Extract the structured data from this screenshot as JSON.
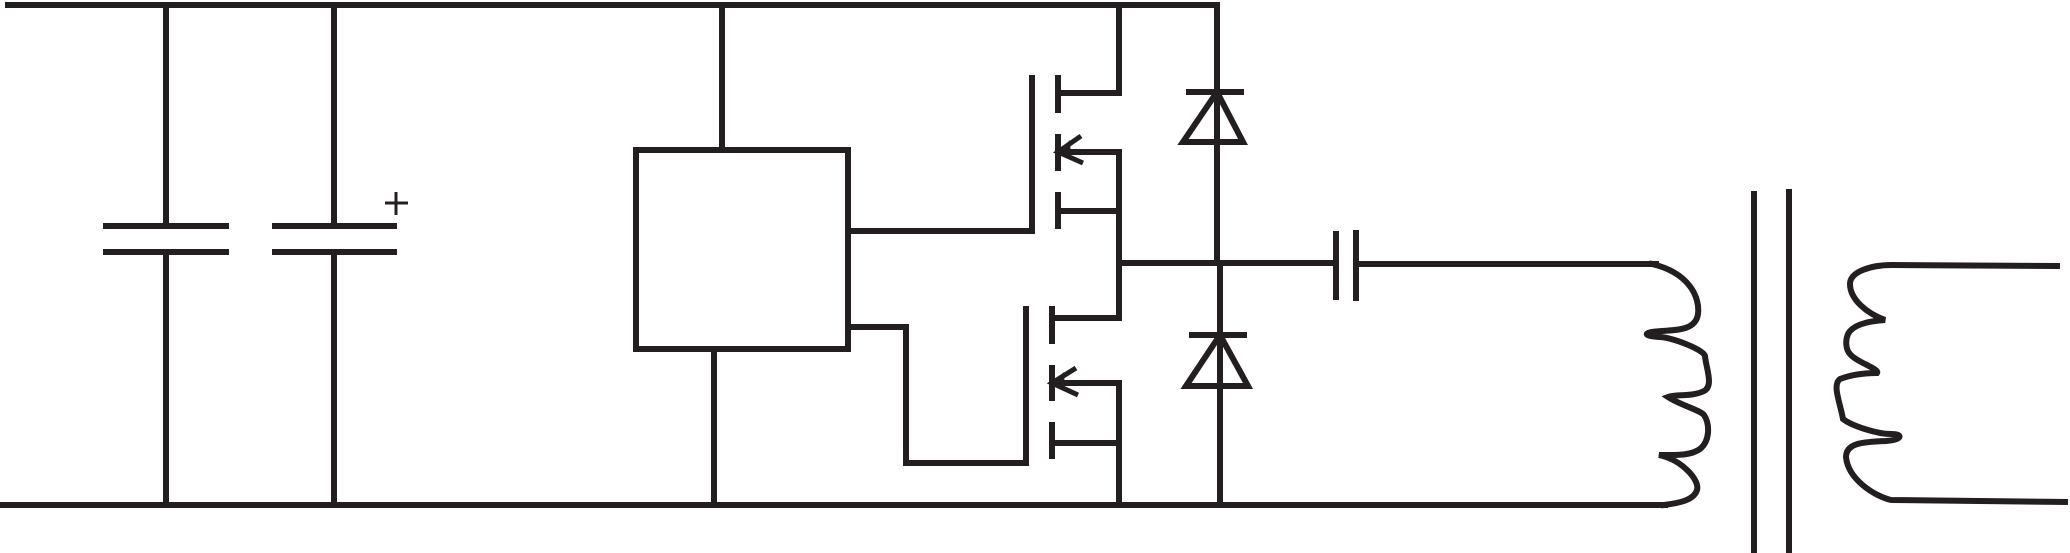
{
  "diagram": {
    "kind": "circuit-schematic",
    "stroke_color": "#231f20",
    "background_color": "#ffffff",
    "components": [
      {
        "id": "rail-top",
        "type": "wire"
      },
      {
        "id": "rail-bottom",
        "type": "wire"
      },
      {
        "id": "capacitor-c1",
        "type": "capacitor"
      },
      {
        "id": "capacitor-c2",
        "type": "electrolytic-capacitor",
        "polarity_mark": "+"
      },
      {
        "id": "controller-ic",
        "type": "block"
      },
      {
        "id": "mosfet-high-side",
        "type": "n-channel-mosfet"
      },
      {
        "id": "mosfet-low-side",
        "type": "n-channel-mosfet"
      },
      {
        "id": "diode-high-side",
        "type": "diode"
      },
      {
        "id": "diode-low-side",
        "type": "diode"
      },
      {
        "id": "capacitor-series",
        "type": "capacitor"
      },
      {
        "id": "transformer",
        "type": "transformer",
        "core": "iron-core"
      }
    ]
  }
}
